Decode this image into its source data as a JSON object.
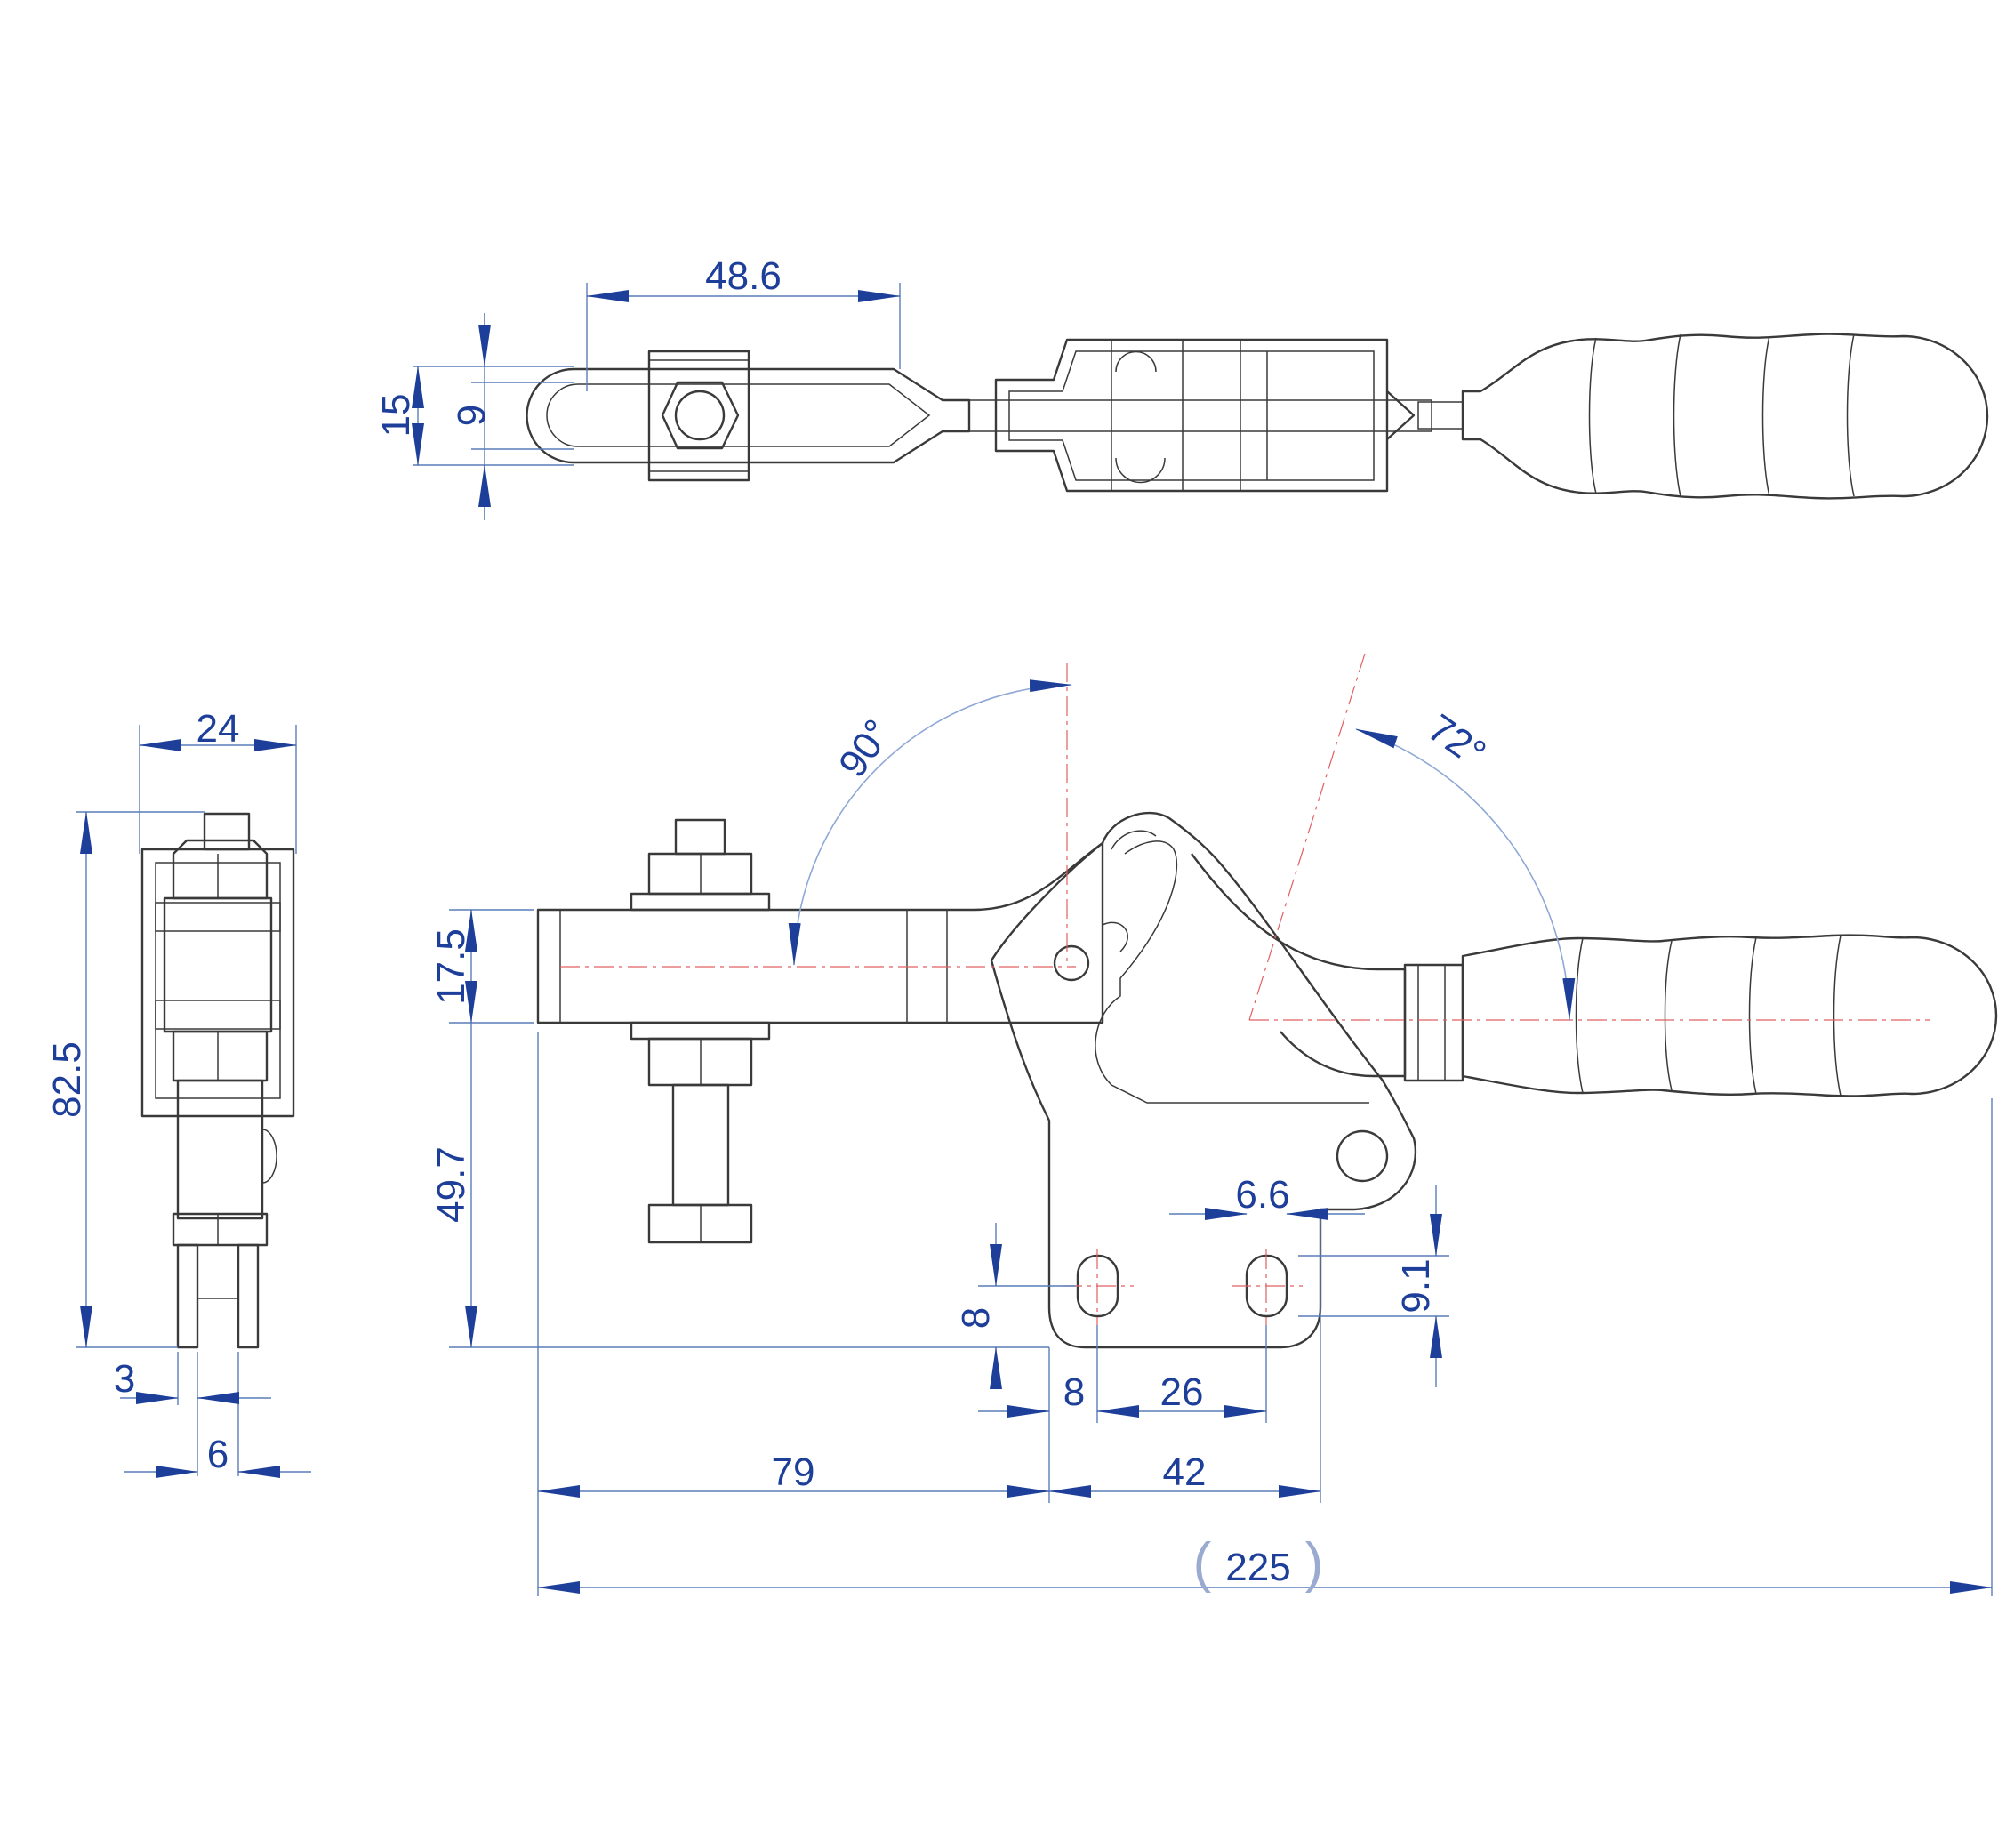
{
  "dimensions": {
    "top_width": "48.6",
    "top_outer": "15",
    "top_inner": "9",
    "side_width": "24",
    "side_height": "82.5",
    "side_slot": "3",
    "side_fork": "6",
    "angle_bar": "90°",
    "angle_handle": "72°",
    "bar_height": "17.5",
    "base_height": "49.7",
    "slot_width": "6.6",
    "slot_length": "9.1",
    "hole_offset_v": "8",
    "hole_offset_h": "8",
    "hole_spacing": "26",
    "to_base": "79",
    "base_length": "42",
    "overall": "225"
  },
  "colors": {
    "dimension": "#1d3f9a",
    "part": "#3a3a3a",
    "centerline": "#e06060"
  }
}
